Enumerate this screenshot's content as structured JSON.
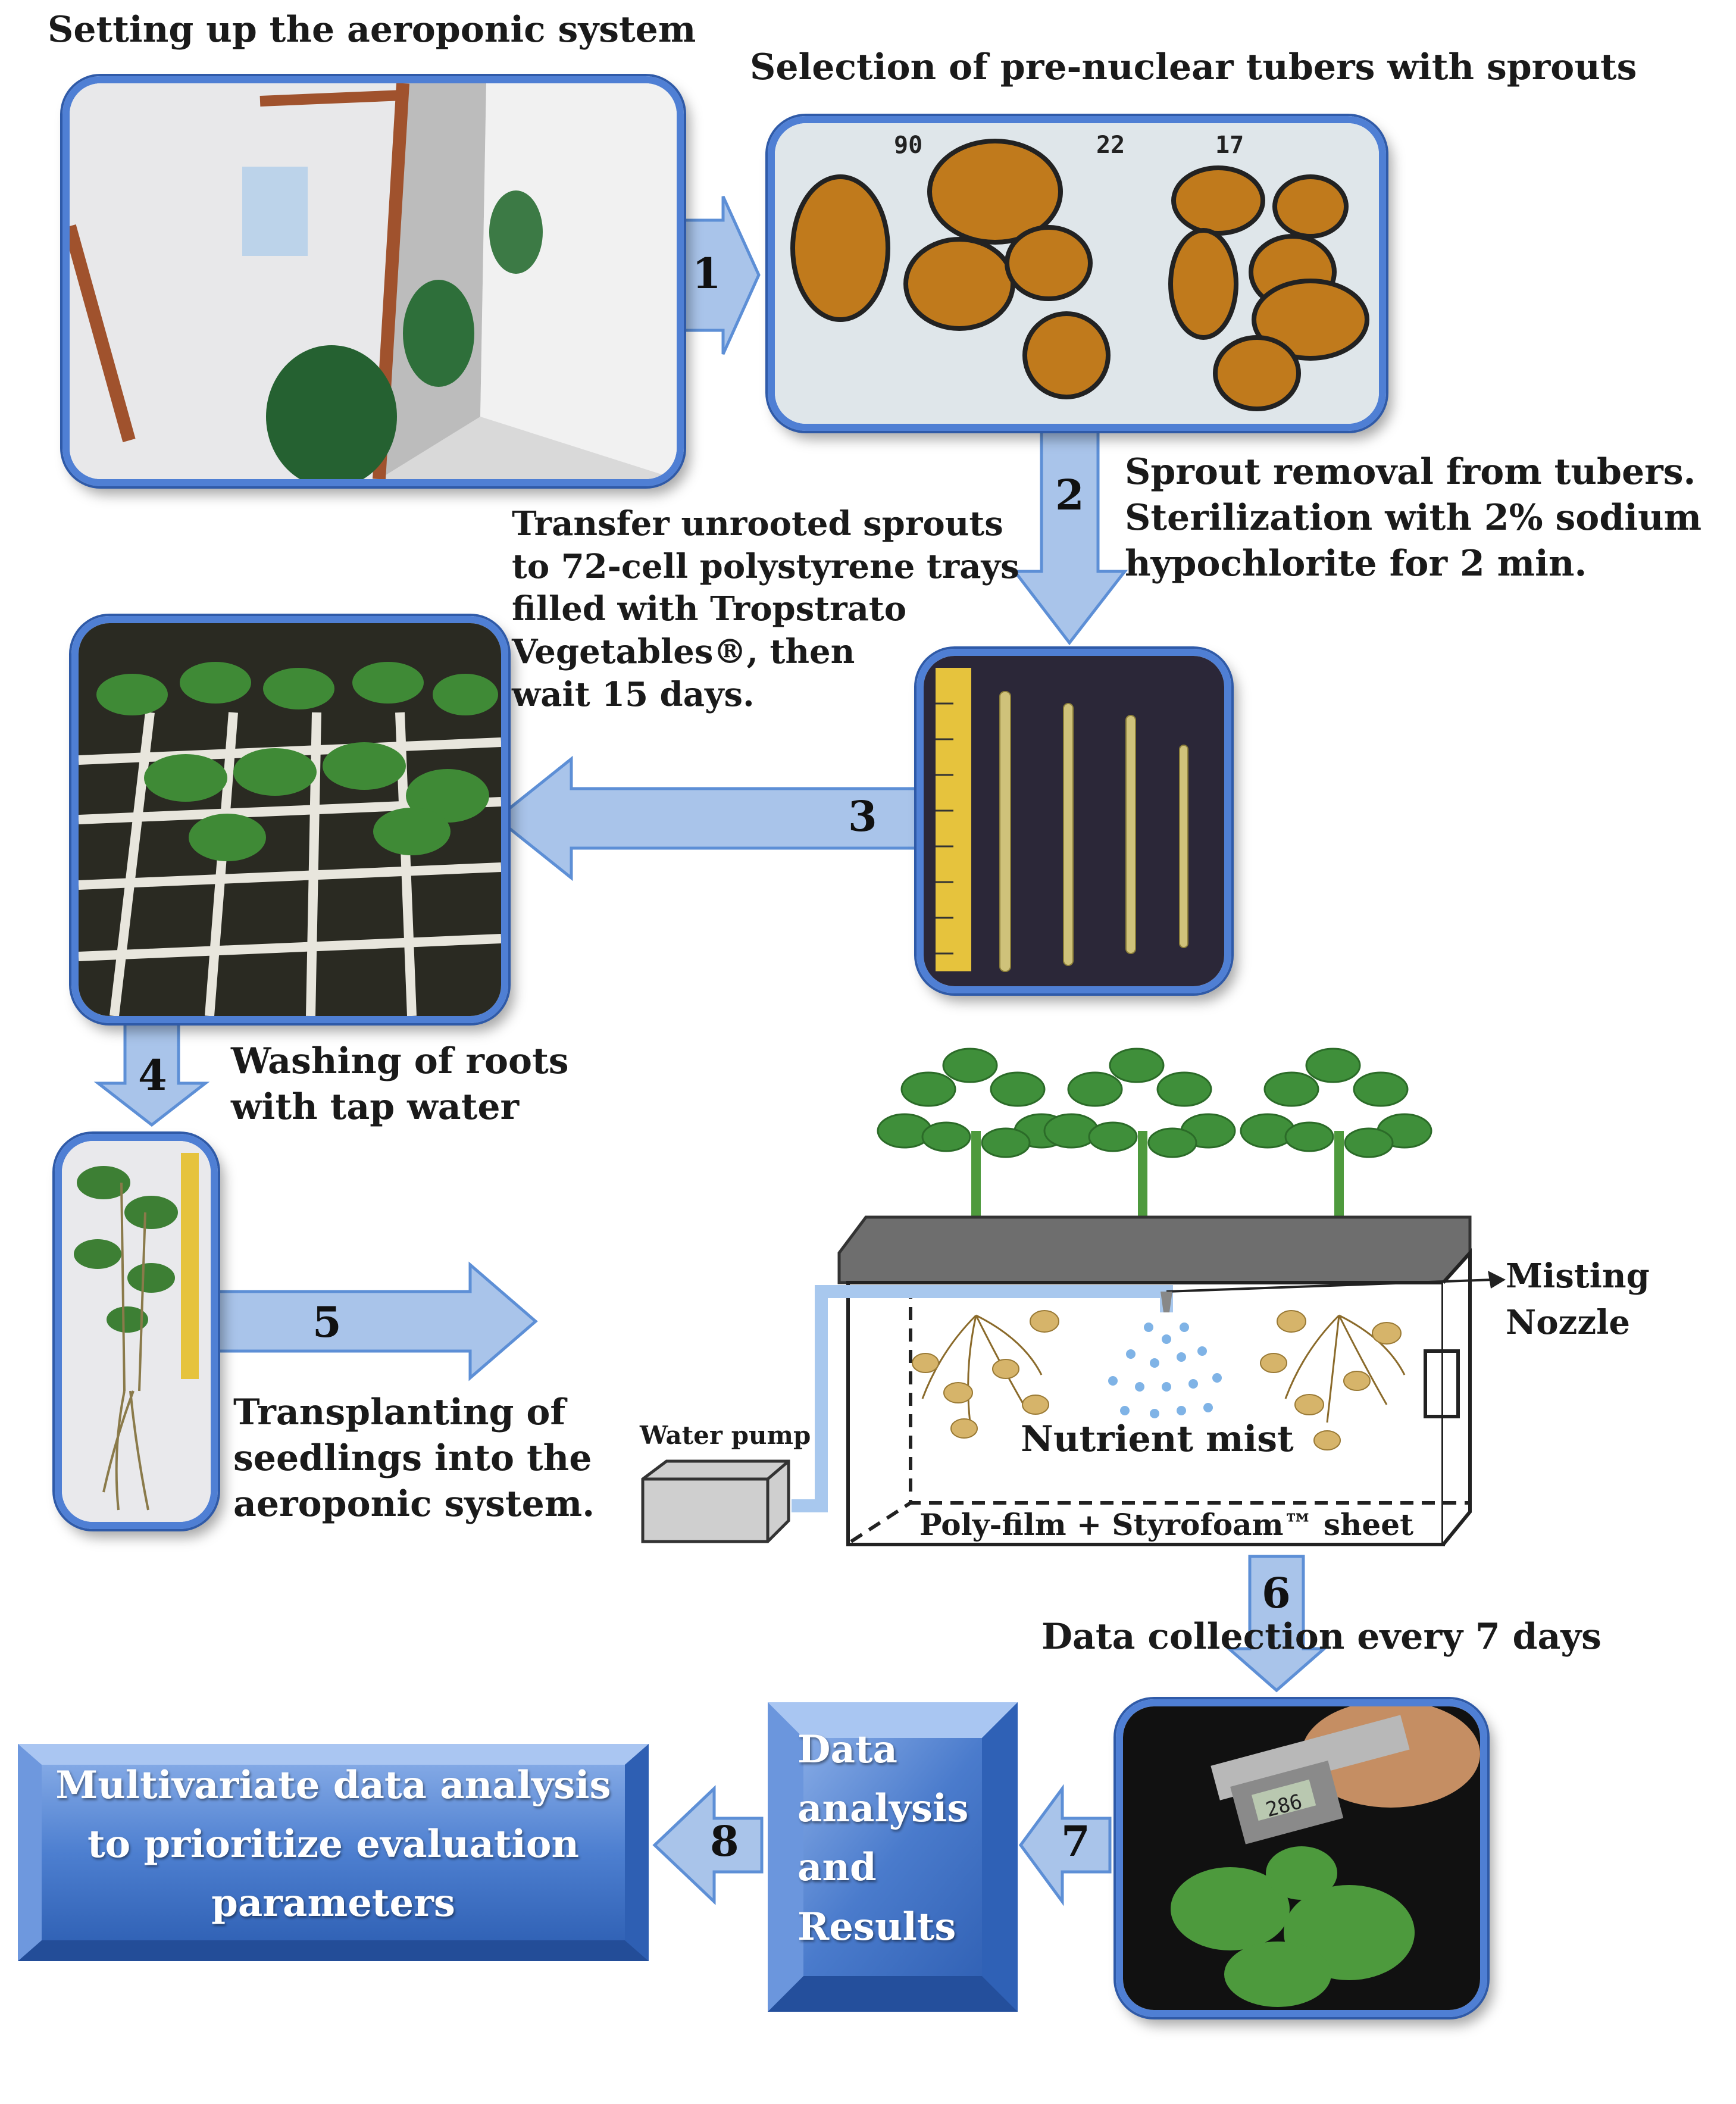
{
  "title_setup": "Setting up the aeroponic system",
  "title_selection": "Selection of pre-nuclear tubers with sprouts",
  "step2_text": "Sprout removal from tubers.\nSterilization with 2% sodium\nhypochlorite for 2 min.",
  "step3_text": "Transfer unrooted sprouts\nto 72-cell polystyrene trays\nfilled with Tropstrato\nVegetables®, then\nwait 15 days.",
  "step4_text": "Washing of roots\nwith tap water",
  "step5_text": "Transplanting of\nseedlings into the\naeroponic system.",
  "step6_text": "Data collection every 7 days",
  "data_analysis_text": "Data\nanalysis\nand\nResults",
  "multivariate_text": "Multivariate data analysis\nto prioritize evaluation\nparameters",
  "diagram_labels": {
    "water_pump": "Water pump",
    "misting_nozzle": "Misting\nNozzle",
    "nutrient_mist": "Nutrient mist",
    "polyfilm": "Poly-film + Styrofoam™ sheet"
  },
  "tuber_labels": [
    "90",
    "22",
    "17"
  ],
  "caliper_reading": "286",
  "step_numbers": [
    "1",
    "2",
    "3",
    "4",
    "5",
    "6",
    "7",
    "8"
  ],
  "colors": {
    "arrow_fill": "#a9c4ea",
    "arrow_stroke": "#5d8fd6",
    "frame": "#4f7fd4",
    "box_blue": "#3b6fc4"
  }
}
